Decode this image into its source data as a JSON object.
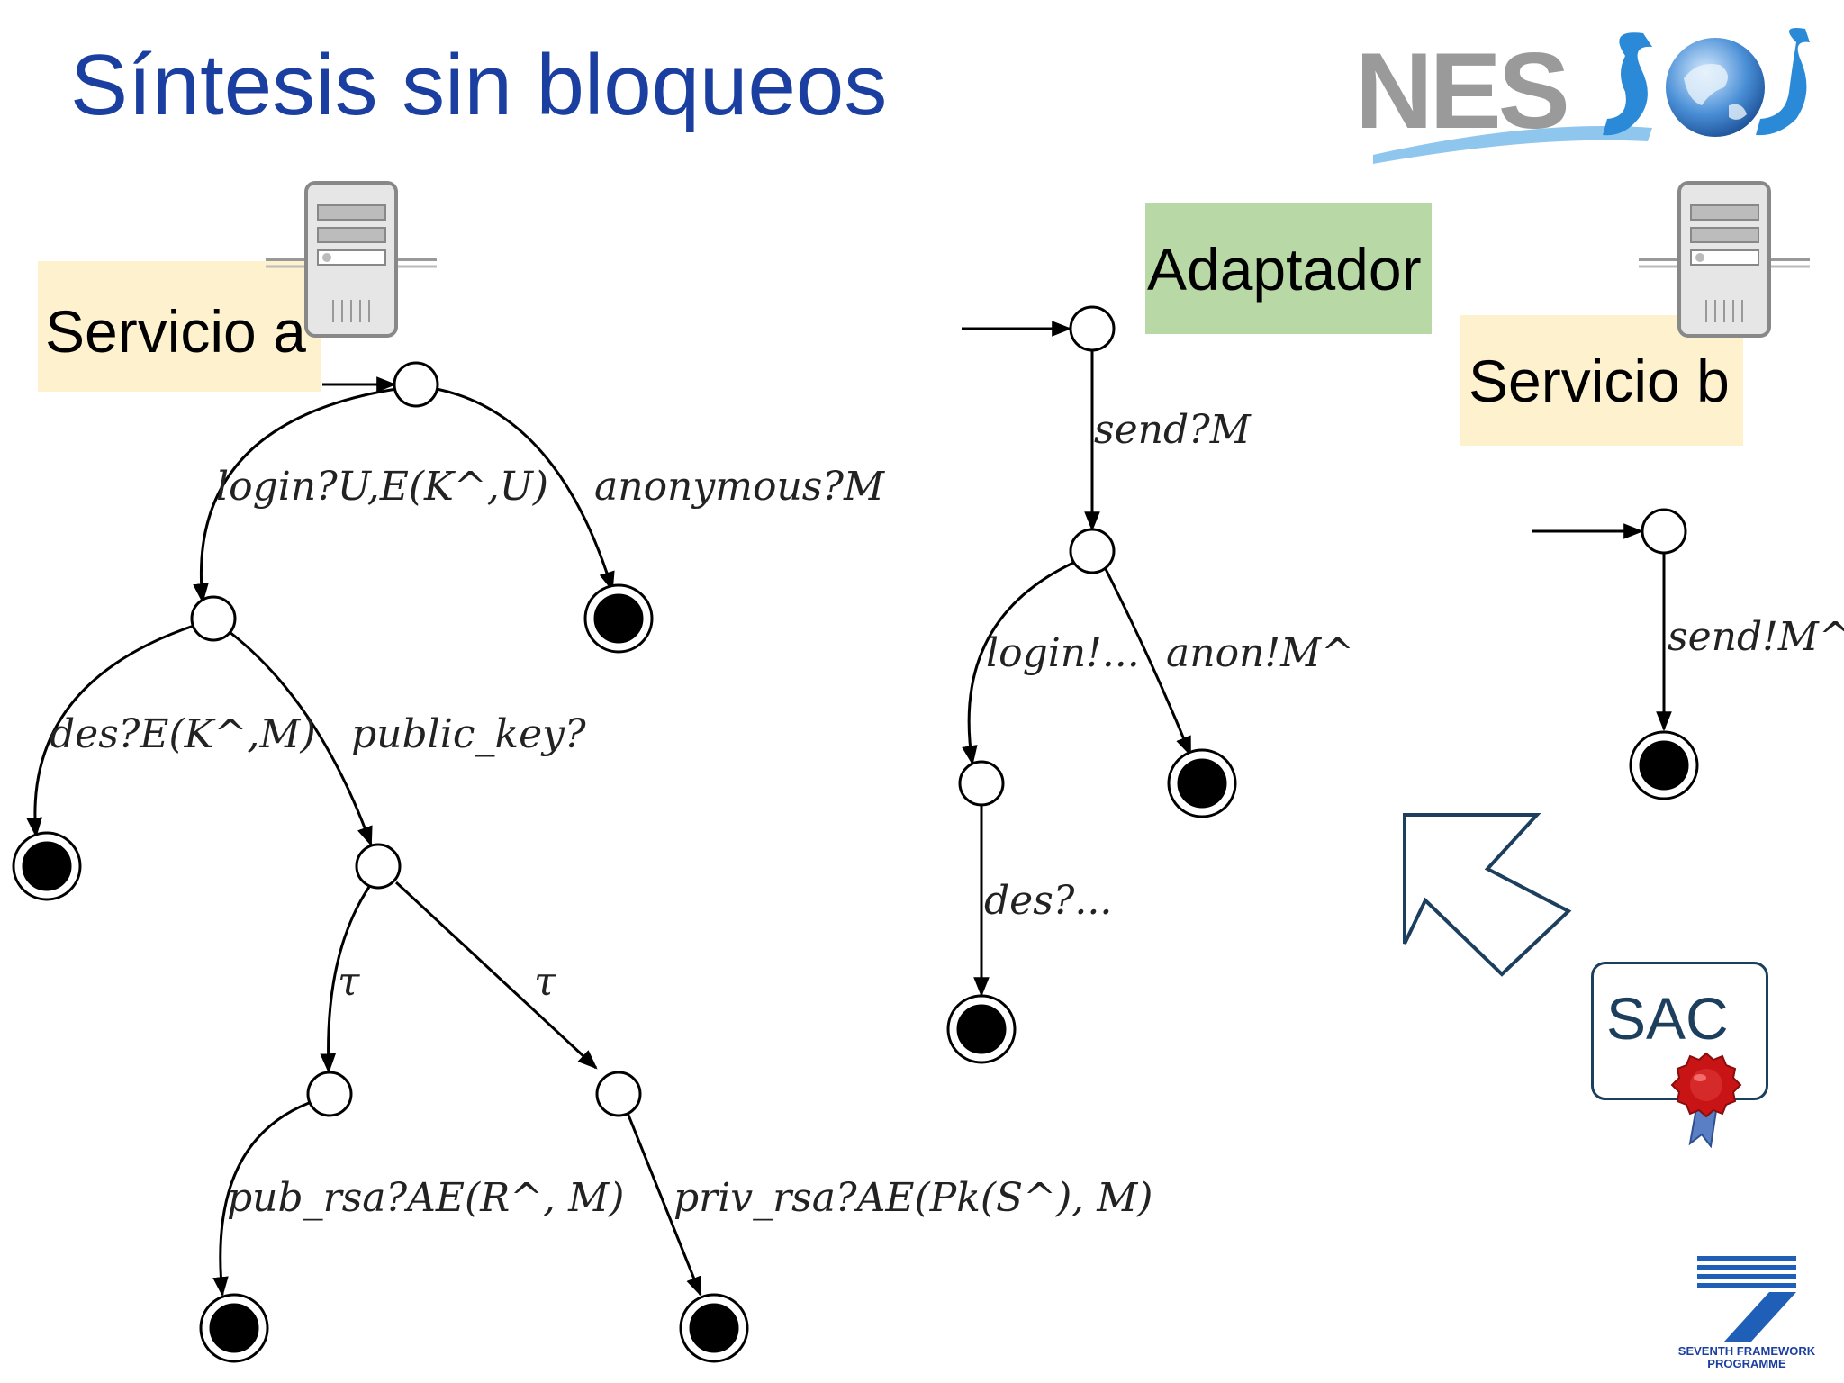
{
  "slide": {
    "title": "Síntesis sin bloqueos"
  },
  "boxes": {
    "service_a": "Servicio a",
    "service_b": "Servicio b",
    "adapter": "Adaptador",
    "sac": "SAC"
  },
  "logos": {
    "nessos_text": "NES",
    "fp7_text": "SEVENTH FRAMEWORK PROGRAMME"
  },
  "diagram": {
    "service_a_labels": [
      "login?U,E(K^,U)",
      "anonymous?M",
      "des?E(K^,M)",
      "public_key?",
      "τ",
      "τ",
      "pub_rsa?AE(R^, M)",
      "priv_rsa?AE(Pk(S^), M)"
    ],
    "adapter_labels": [
      "send?M",
      "login!...",
      "anon!M^",
      "des?..."
    ],
    "service_b_labels": [
      "send!M^"
    ]
  },
  "colors": {
    "title": "#1b3fa0",
    "service_box": "#fdf1ce",
    "adapter_box": "#b8d8a5",
    "sac_border": "#1d3f5e"
  },
  "icons": [
    "server-icon",
    "server-icon",
    "globe-icon",
    "seal-icon",
    "arrow-icon"
  ]
}
